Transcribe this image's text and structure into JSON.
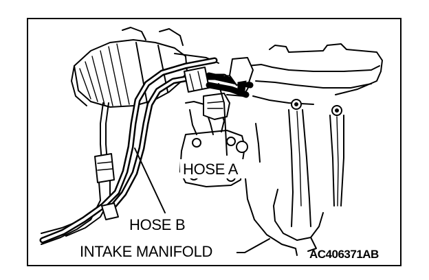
{
  "labels": {
    "hose_a": "HOSE A",
    "hose_b": "HOSE B",
    "intake_manifold": "INTAKE MANIFOLD",
    "figure_code": "AC406371AB"
  },
  "colors": {
    "ink": "#000000",
    "background": "#ffffff"
  }
}
